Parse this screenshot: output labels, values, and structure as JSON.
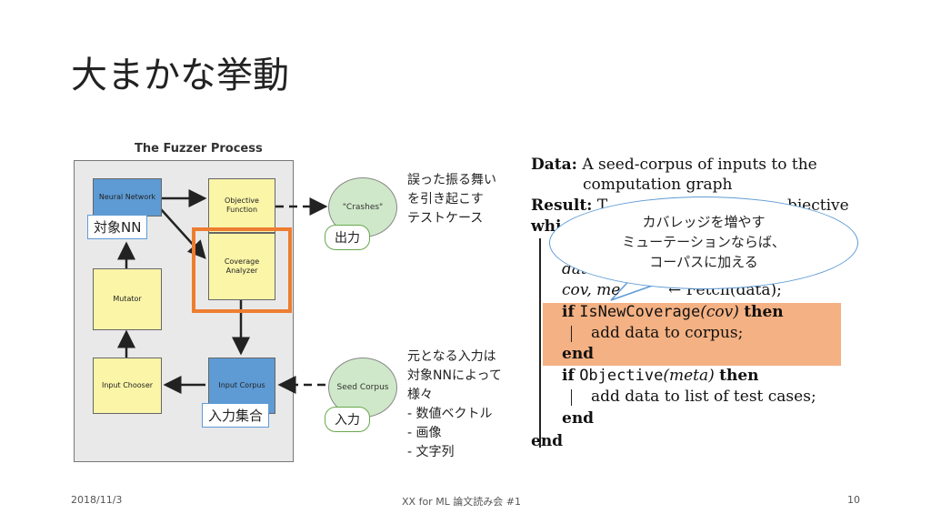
{
  "slide": {
    "title": "大まかな挙動",
    "footer_date": "2018/11/3",
    "footer_center": "XX for ML 論文読み会 #1",
    "footer_page": "10"
  },
  "fuzzer": {
    "title": "The Fuzzer Process",
    "neural_network": "Neural Network",
    "objective_function": "Objective Function",
    "coverage_analyzer": "Coverage Analyzer",
    "mutator": "Mutator",
    "input_chooser": "Input Chooser",
    "input_corpus": "Input Corpus",
    "crashes": "\"Crashes\"",
    "seed_corpus": "Seed Corpus"
  },
  "annotations": {
    "target_nn": "対象NN",
    "input_set": "入力集合",
    "output": "出力",
    "input": "入力",
    "crash_note": [
      "誤った振る舞い",
      "を引き起こす",
      "テストケース"
    ],
    "seed_note": [
      "元となる入力は",
      "対象NNによって",
      "様々",
      "-   数値ベクトル",
      "-   画像",
      "-   文字列"
    ],
    "callout": [
      "カバレッジを増やす",
      "ミューテーションならば、",
      "コーパスに加える"
    ]
  },
  "algorithm": {
    "data_kw": "Data:",
    "data_text1": "A seed-corpus of inputs to the",
    "data_text2": "computation graph",
    "result_kw": "Result:",
    "result_text_start": "T",
    "result_text_end": "bjective",
    "while_kw": "whi",
    "line_data": "data ←",
    "line_fetch_lhs": "cov, me",
    "line_fetch_rhs": "← Fetch(data);",
    "if1_kw": "if",
    "if1_fn": "IsNewCoverage",
    "if1_arg": "(cov)",
    "then_kw": "then",
    "if1_body": "add data to corpus;",
    "end_kw": "end",
    "if2_kw": "if",
    "if2_fn": "Objective",
    "if2_arg": "(meta)",
    "if2_body": "add data to list of test cases;",
    "end2_kw": "end",
    "end3_kw": "end"
  },
  "colors": {
    "highlight": "#f4b183",
    "orange_frame": "#ed7d31",
    "blue_box": "#5e9bd5",
    "yellow_box": "#fbf5a8",
    "green_circle": "#cfe8c9"
  }
}
